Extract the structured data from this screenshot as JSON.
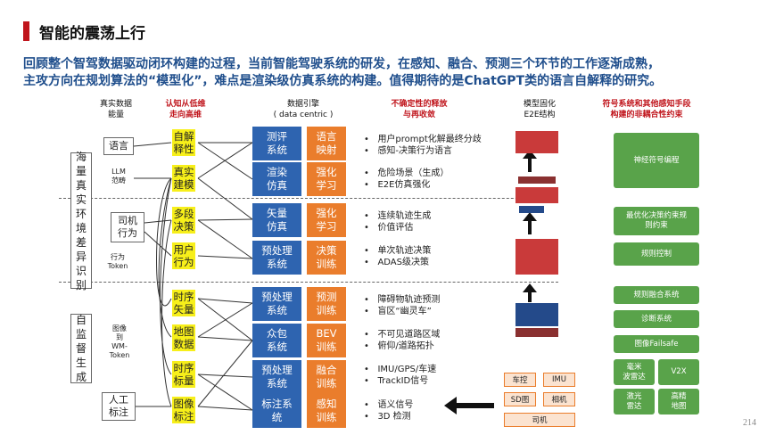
{
  "title": "智能的震荡上行",
  "subtitle": {
    "line1": "回顾整个智驾数据驱动闭环构建的过程，当前智能驾驶系统的研发，在感知、融合、预测三个环节的工作逐渐成熟，",
    "line2": "主攻方向在规划算法的“模型化”，难点是渲染级仿真系统的构建。值得期待的是ChatGPT类的语言自解释的研究。"
  },
  "headers": {
    "col1": "真实数据\n能量",
    "col2": "认知从低维\n走向高维",
    "col3": "数据引擎\n( data centric )",
    "col4": "不确定性的释放\n与再收敛",
    "col5": "模型固化\nE2E结构",
    "col6": "符号系统和其他感知手段\n构建的非耦合性约束"
  },
  "left": {
    "vertical_top": "海量真实环境差异识别",
    "vertical_bottom": "自监督生成",
    "language": "语言",
    "llm": "LLM\n范畴",
    "driver": "司机\n行为",
    "behavior_token": "行为\nToken",
    "image_token": "图像\n到\nWM-\nToken",
    "manual": "人工\n标注"
  },
  "yellow": [
    "自解\n释性",
    "真实\n建模",
    "多段\n决策",
    "用户\n行为",
    "时序\n矢量",
    "地图\n数据",
    "时序\n标量",
    "图像\n标注"
  ],
  "rows": [
    {
      "blue": "测评\n系统",
      "orange": "语言\n映射",
      "bullets": [
        "用户prompt化解最终分歧",
        "感知-决策行为语言"
      ]
    },
    {
      "blue": "渲染\n仿真",
      "orange": "强化\n学习",
      "bullets": [
        "危险场景（生成）",
        "E2E仿真强化"
      ]
    },
    {
      "blue": "矢量\n仿真",
      "orange": "强化\n学习",
      "bullets": [
        "连续轨迹生成",
        "价值评估"
      ]
    },
    {
      "blue": "预处理\n系统",
      "orange": "决策\n训练",
      "bullets": [
        "单次轨迹决策",
        "ADAS级决策"
      ]
    },
    {
      "blue": "预处理\n系统",
      "orange": "预测\n训练",
      "bullets": [
        "障碍物轨迹预测",
        "盲区“幽灵车”"
      ]
    },
    {
      "blue": "众包\n系统",
      "orange": "BEV\n训练",
      "bullets": [
        "不可见道路区域",
        "俯仰/道路拓扑"
      ]
    },
    {
      "blue": "预处理\n系统",
      "orange": "融合\n训练",
      "bullets": [
        "IMU/GPS/车速",
        "TrackID信号"
      ]
    },
    {
      "blue": "标注系\n统",
      "orange": "感知\n训练",
      "bullets": [
        "语义信号",
        "3D 检测"
      ]
    }
  ],
  "sensors": [
    "车控",
    "IMU",
    "SD图",
    "相机",
    "司机"
  ],
  "green": [
    "神经符号编程",
    "最优化决策约束规\n则约束",
    "规则控制",
    "规则融合系统",
    "诊断系统",
    "图像Failsafe",
    "毫米\n波雷达",
    "V2X",
    "激光\n雷达",
    "高精\n地图"
  ],
  "page_number": "214",
  "colors": {
    "accent": "#c0151c",
    "blue": "#2e64b0",
    "orange": "#ea7d2c",
    "yellow": "#f7ef1a",
    "green": "#59a34a",
    "subtitle": "#1f4e8c"
  }
}
